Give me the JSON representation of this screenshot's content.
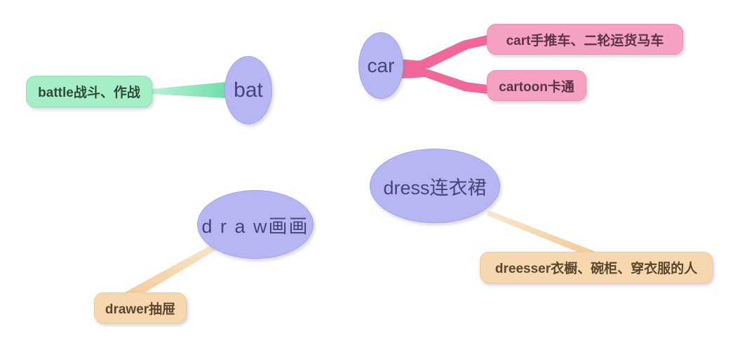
{
  "diagram": {
    "title": "English vocabulary association mind map",
    "background": "#ffffff",
    "palette": {
      "ellipse_fill": "#b6b6f2",
      "ellipse_text": "#45457a",
      "green_fill": "#a6efc6",
      "green_link": "#7fe3b4",
      "pink_fill": "#f5a2c2",
      "pink_link": "#f0689a",
      "orange_fill": "#f7d7ae",
      "orange_link": "#f2cda0"
    },
    "clusters": [
      {
        "id": "bat",
        "root": {
          "label": "bat",
          "shape": "ellipse"
        },
        "children": [
          {
            "label": "battle战斗、作战",
            "shape": "rounded-box",
            "color": "green"
          }
        ]
      },
      {
        "id": "car",
        "root": {
          "label": "car",
          "shape": "ellipse"
        },
        "children": [
          {
            "label": "cart手推车、二轮运货马车",
            "shape": "rounded-box",
            "color": "pink"
          },
          {
            "label": "cartoon卡通",
            "shape": "rounded-box",
            "color": "pink"
          }
        ]
      },
      {
        "id": "draw",
        "root": {
          "label": "d r a w画画",
          "shape": "ellipse"
        },
        "children": [
          {
            "label": "drawer抽屉",
            "shape": "rounded-box",
            "color": "orange"
          }
        ]
      },
      {
        "id": "dress",
        "root": {
          "label": "dress连衣裙",
          "shape": "ellipse"
        },
        "children": [
          {
            "label": "dreesser衣橱、碗柜、穿衣服的人",
            "shape": "rounded-box",
            "color": "orange"
          }
        ]
      }
    ],
    "nodes": {
      "bat": "bat",
      "battle": "battle战斗、作战",
      "car": "car",
      "cart": "cart手推车、二轮运货马车",
      "cartoon": "cartoon卡通",
      "draw": "d r a w画画",
      "drawer": "drawer抽屉",
      "dress": "dress连衣裙",
      "dreesser": "dreesser衣橱、碗柜、穿衣服的人"
    }
  }
}
